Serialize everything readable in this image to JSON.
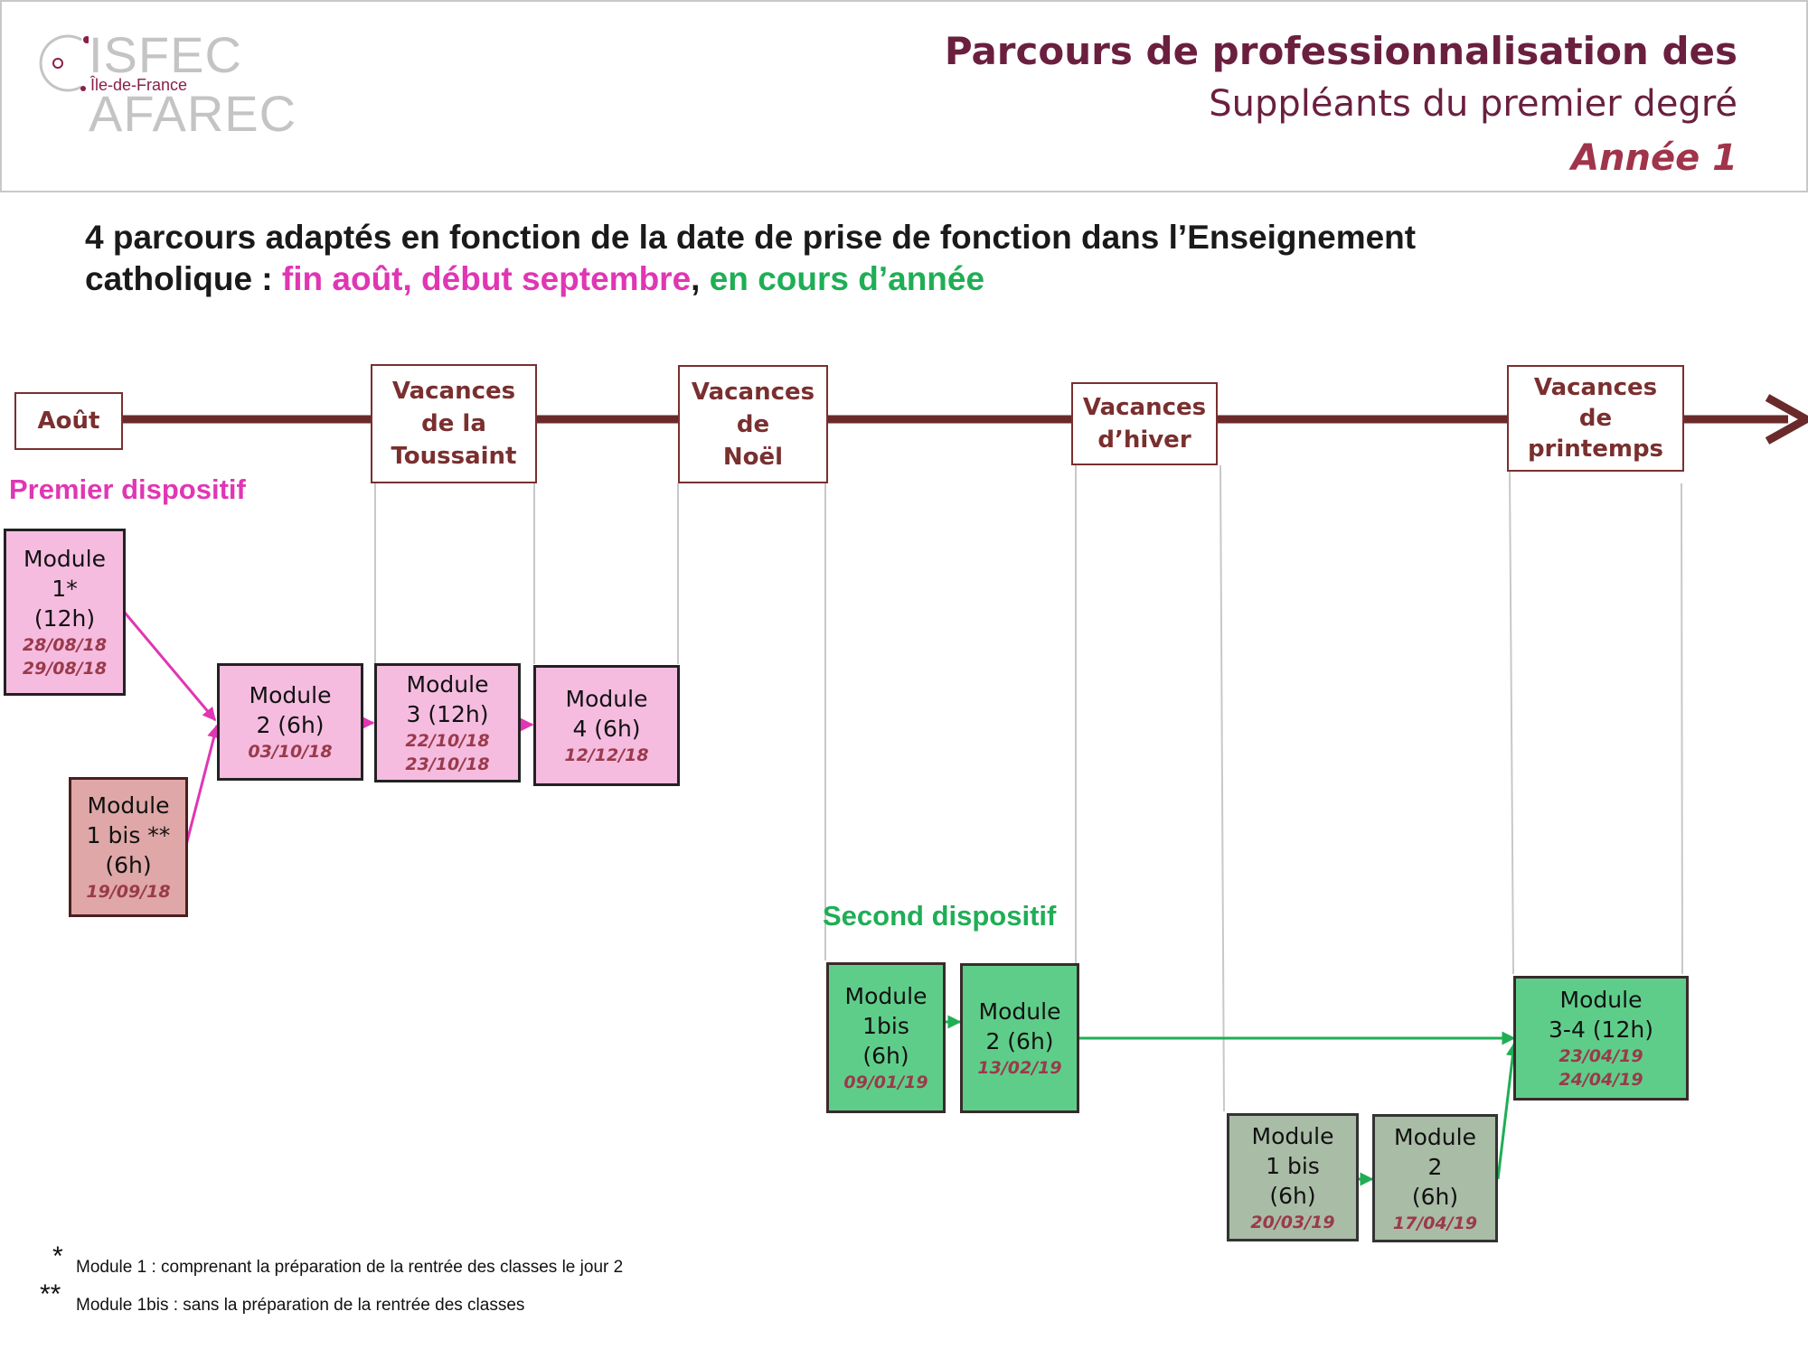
{
  "header": {
    "logo_main": "ISFEC AFAREC",
    "logo_sub": "Île-de-France",
    "title_line1": "Parcours de professionnalisation des",
    "title_line2": "Suppléants du premier degré",
    "title_line3": "Année 1"
  },
  "subtitle": {
    "line1": "4 parcours adaptés en fonction de la date de prise de fonction dans l’Enseignement",
    "line2_start": "catholique : ",
    "pink_part": "fin août, début septembre",
    "comma": ", ",
    "green_part": "en cours d’année"
  },
  "timeline": {
    "aout": "Août",
    "toussaint": [
      "Vacances",
      "de la",
      "Toussaint"
    ],
    "noel": [
      "Vacances",
      "de",
      "Noël"
    ],
    "hiver": [
      "Vacances",
      "d’hiver"
    ],
    "printemps": [
      "Vacances",
      "de",
      "printemps"
    ]
  },
  "groups": {
    "premier": "Premier dispositif",
    "second": "Second dispositif"
  },
  "modules": {
    "m1": {
      "lines": [
        "Module",
        "1*",
        "(12h)"
      ],
      "dates": [
        "28/08/18",
        "29/08/18"
      ]
    },
    "m1bis": {
      "lines": [
        "Module",
        "1 bis **",
        "(6h)"
      ],
      "dates": [
        "19/09/18"
      ]
    },
    "m2": {
      "lines": [
        "Module",
        "2 (6h)"
      ],
      "dates": [
        "03/10/18"
      ]
    },
    "m3": {
      "lines": [
        "Module",
        "3 (12h)"
      ],
      "dates": [
        "22/10/18",
        "23/10/18"
      ]
    },
    "m4": {
      "lines": [
        "Module",
        "4 (6h)"
      ],
      "dates": [
        "12/12/18"
      ]
    },
    "g1bis": {
      "lines": [
        "Module",
        "1bis",
        "(6h)"
      ],
      "dates": [
        "09/01/19"
      ]
    },
    "g2": {
      "lines": [
        "Module",
        "2 (6h)"
      ],
      "dates": [
        "13/02/19"
      ]
    },
    "g34": {
      "lines": [
        "Module",
        "3-4 (12h)"
      ],
      "dates": [
        "23/04/19",
        "24/04/19"
      ]
    },
    "h1bis": {
      "lines": [
        "Module",
        "1 bis",
        "(6h)"
      ],
      "dates": [
        "20/03/19"
      ]
    },
    "h2": {
      "lines": [
        "Module",
        "2",
        "(6h)"
      ],
      "dates": [
        "17/04/19"
      ]
    }
  },
  "footnotes": {
    "star1": "*",
    "note1": "Module 1 : comprenant la préparation de la rentrée des classes le jour  2",
    "star2": "**",
    "note2": "Module 1bis  : sans la  préparation de la rentrée des classes"
  },
  "colors": {
    "timeline": "#6b2a2a",
    "pink": "#e036b4",
    "green": "#1fae55",
    "title": "#6b1f3f"
  }
}
